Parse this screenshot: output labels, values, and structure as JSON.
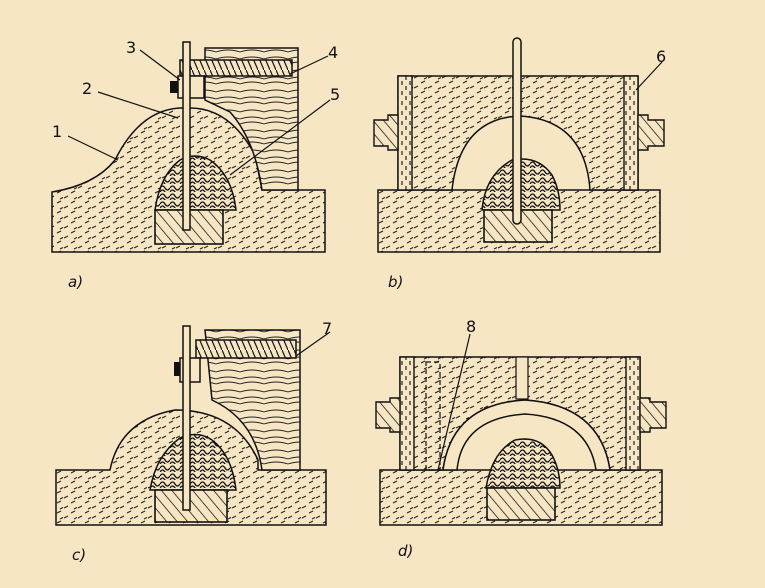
{
  "callouts": [
    "1",
    "2",
    "3",
    "4",
    "5",
    "6",
    "7",
    "8"
  ],
  "panels": [
    "a)",
    "b)",
    "c)",
    "d)"
  ],
  "colors": {
    "background": "#f7e6c4",
    "ink": "#111111"
  }
}
